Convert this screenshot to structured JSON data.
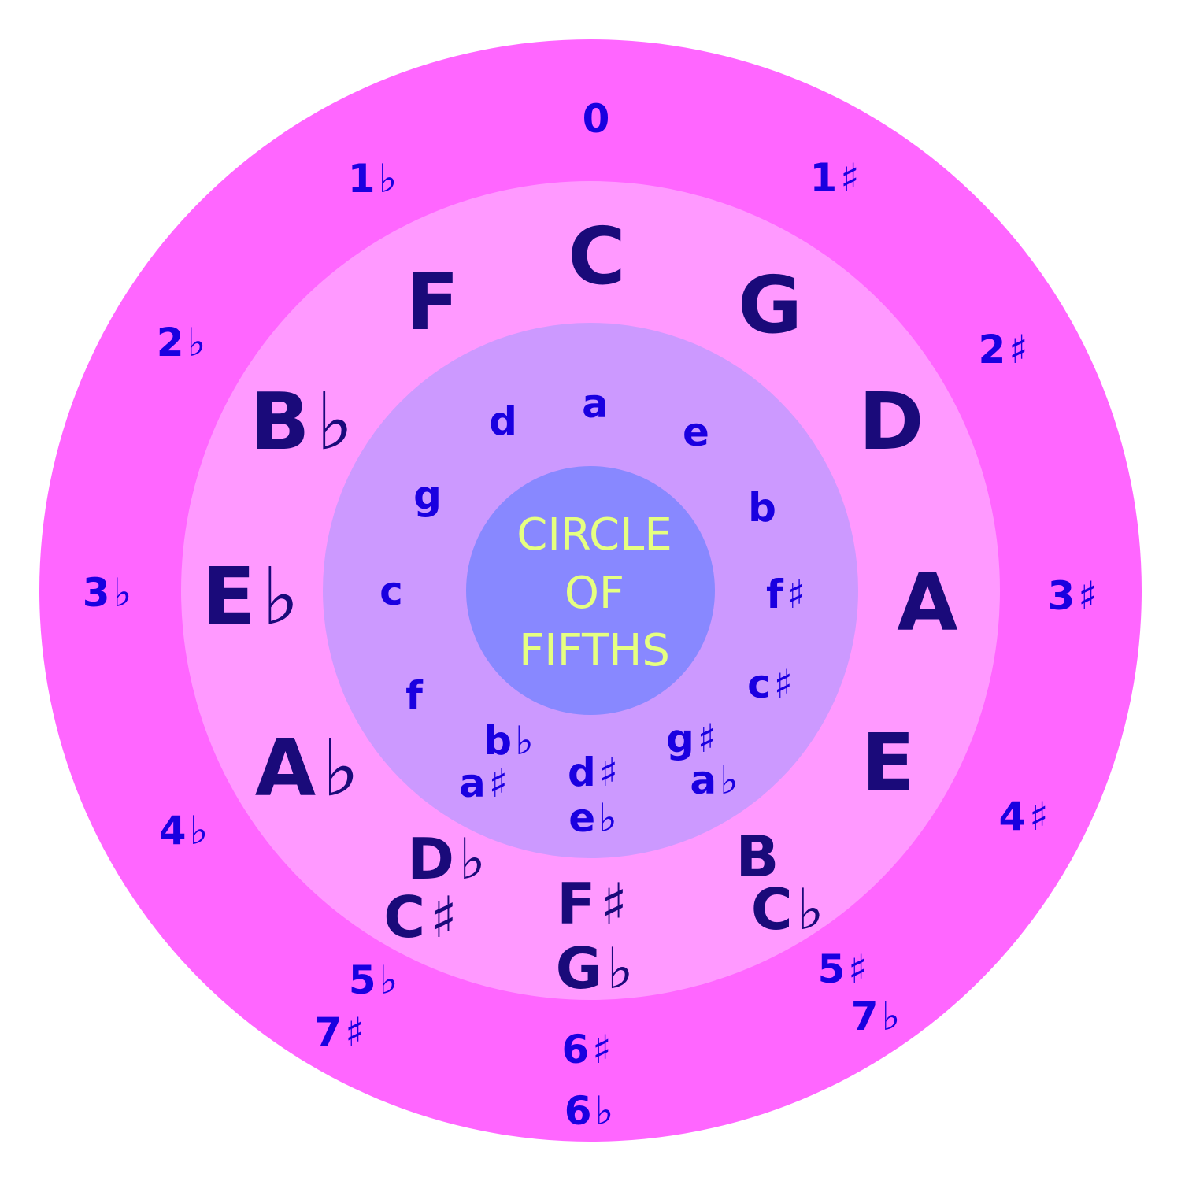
{
  "colors": {
    "outer_ring": "#ff66ff",
    "major_ring": "#ff99ff",
    "minor_ring": "#cc99ff",
    "center": "#8888ff",
    "count_text": "#1a00e0",
    "major_text": "#1a0a7a",
    "minor_text": "#1a00e0",
    "center_text": "#e6ff80"
  },
  "center": {
    "line1": "CIRCLE",
    "line2": "OF",
    "line3": "FIFTHS"
  },
  "counts": [
    {
      "id": "0",
      "base": "0",
      "acc": ""
    },
    {
      "id": "1s",
      "base": "1",
      "acc": "♯"
    },
    {
      "id": "2s",
      "base": "2",
      "acc": "♯"
    },
    {
      "id": "3s",
      "base": "3",
      "acc": "♯"
    },
    {
      "id": "4s",
      "base": "4",
      "acc": "♯"
    },
    {
      "id": "5s",
      "base": "5",
      "acc": "♯"
    },
    {
      "id": "7b",
      "base": "7",
      "acc": "♭"
    },
    {
      "id": "6s",
      "base": "6",
      "acc": "♯"
    },
    {
      "id": "6b",
      "base": "6",
      "acc": "♭"
    },
    {
      "id": "5b",
      "base": "5",
      "acc": "♭"
    },
    {
      "id": "7s",
      "base": "7",
      "acc": "♯"
    },
    {
      "id": "4b",
      "base": "4",
      "acc": "♭"
    },
    {
      "id": "3b",
      "base": "3",
      "acc": "♭"
    },
    {
      "id": "2b",
      "base": "2",
      "acc": "♭"
    },
    {
      "id": "1b",
      "base": "1",
      "acc": "♭"
    }
  ],
  "major_keys": [
    {
      "id": "C",
      "base": "C",
      "acc": ""
    },
    {
      "id": "G",
      "base": "G",
      "acc": ""
    },
    {
      "id": "D",
      "base": "D",
      "acc": ""
    },
    {
      "id": "A",
      "base": "A",
      "acc": ""
    },
    {
      "id": "E",
      "base": "E",
      "acc": ""
    },
    {
      "id": "B",
      "base": "B",
      "acc": ""
    },
    {
      "id": "Cb",
      "base": "C",
      "acc": "♭"
    },
    {
      "id": "Fs",
      "base": "F",
      "acc": "♯"
    },
    {
      "id": "Gb",
      "base": "G",
      "acc": "♭"
    },
    {
      "id": "Db",
      "base": "D",
      "acc": "♭"
    },
    {
      "id": "Cs",
      "base": "C",
      "acc": "♯"
    },
    {
      "id": "Ab",
      "base": "A",
      "acc": "♭"
    },
    {
      "id": "Eb",
      "base": "E",
      "acc": "♭"
    },
    {
      "id": "Bb",
      "base": "B",
      "acc": "♭"
    },
    {
      "id": "F",
      "base": "F",
      "acc": ""
    }
  ],
  "minor_keys": [
    {
      "id": "a",
      "base": "a",
      "acc": ""
    },
    {
      "id": "e",
      "base": "e",
      "acc": ""
    },
    {
      "id": "b",
      "base": "b",
      "acc": ""
    },
    {
      "id": "fs",
      "base": "f",
      "acc": "♯"
    },
    {
      "id": "cs",
      "base": "c",
      "acc": "♯"
    },
    {
      "id": "gs",
      "base": "g",
      "acc": "♯"
    },
    {
      "id": "ab",
      "base": "a",
      "acc": "♭"
    },
    {
      "id": "ds",
      "base": "d",
      "acc": "♯"
    },
    {
      "id": "eb",
      "base": "e",
      "acc": "♭"
    },
    {
      "id": "bb",
      "base": "b",
      "acc": "♭"
    },
    {
      "id": "as",
      "base": "a",
      "acc": "♯"
    },
    {
      "id": "f",
      "base": "f",
      "acc": ""
    },
    {
      "id": "c",
      "base": "c",
      "acc": ""
    },
    {
      "id": "g",
      "base": "g",
      "acc": ""
    },
    {
      "id": "d",
      "base": "d",
      "acc": ""
    }
  ]
}
